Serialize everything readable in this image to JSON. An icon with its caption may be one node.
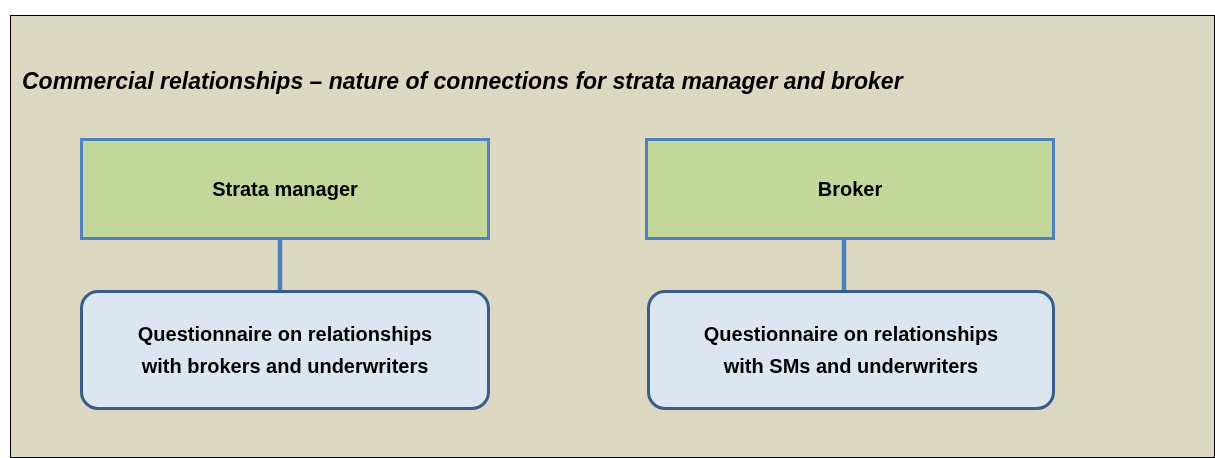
{
  "diagram": {
    "title": "Commercial relationships – nature of connections for strata manager and broker",
    "nodes": [
      {
        "text": [
          "Strata manager"
        ]
      },
      {
        "text": [
          "Questionnaire on relationships with brokers and underwriters"
        ]
      },
      {
        "text": [
          "Broker"
        ]
      },
      {
        "text": [
          "Questionnaire on relationships with SMs and underwriters"
        ]
      }
    ],
    "edges": [
      {
        "from": 0,
        "to": 1,
        "arrow": "none"
      },
      {
        "from": 2,
        "to": 3,
        "arrow": "none"
      }
    ]
  }
}
